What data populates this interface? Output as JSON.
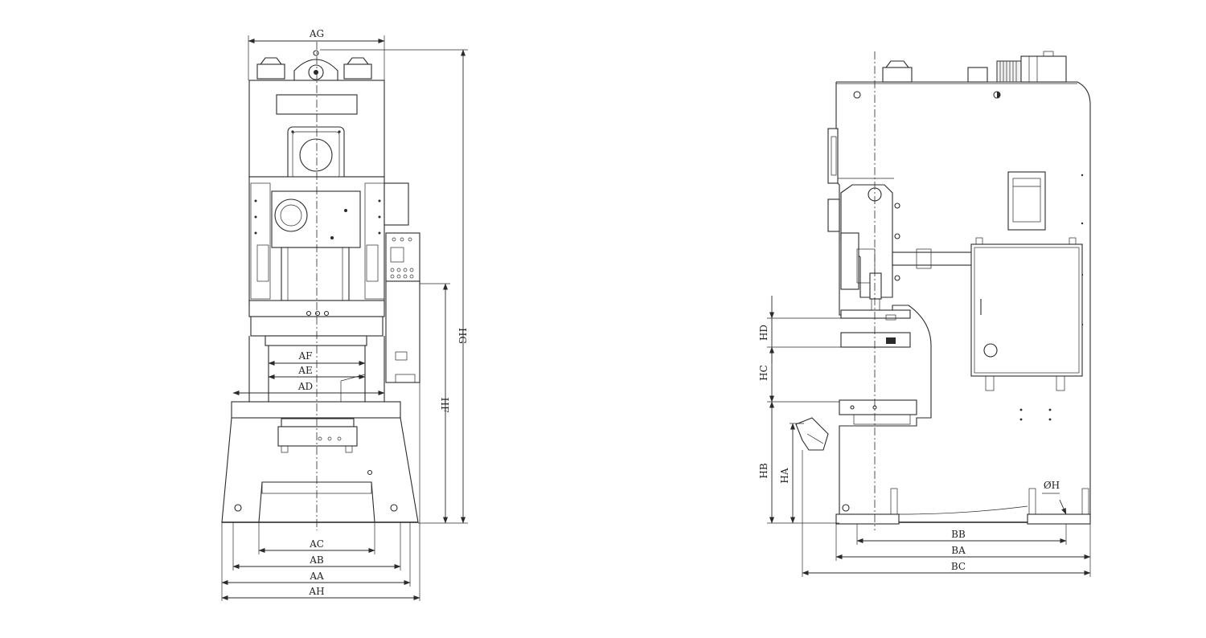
{
  "front_view": {
    "dimensions": {
      "ag": "AG",
      "hg": "HG",
      "hf": "HF",
      "af": "AF",
      "ae": "AE",
      "ad": "AD",
      "ac": "AC",
      "ab": "AB",
      "aa": "AA",
      "ah": "AH"
    }
  },
  "side_view": {
    "dimensions": {
      "hd": "HD",
      "hc": "HC",
      "hb": "HB",
      "ha": "HA",
      "phi_h": "ØH",
      "bb": "BB",
      "ba": "BA",
      "bc": "BC"
    }
  }
}
